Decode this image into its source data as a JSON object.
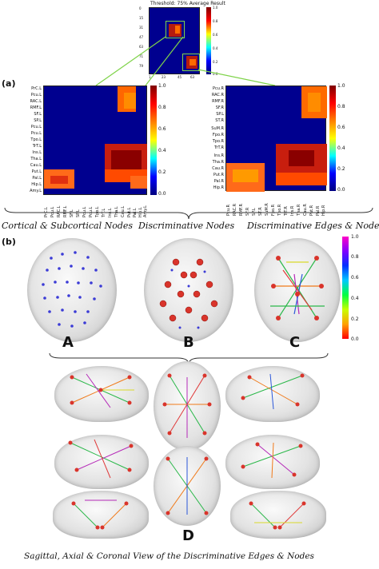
{
  "panel_labels": {
    "a": "(a)",
    "b": "(b)"
  },
  "small_heatmap": {
    "title": "Threshold: 75%   Average Result",
    "ytick_labels": [
      "0",
      "15",
      "31",
      "47",
      "63",
      "71",
      "79"
    ],
    "xtick_labels": [
      "1",
      "23",
      "45",
      "63"
    ],
    "colorbar_ticks": [
      "1.0",
      "0.8",
      "0.6",
      "0.4",
      "0.2",
      "0.0"
    ]
  },
  "left_heatmap": {
    "row_labels": [
      "PrC.L",
      "Pcu.L",
      "RAC.L",
      "RMF.L",
      "SF.L",
      "SP.L",
      "Pcu.L",
      "Pcu.L",
      "Tpo.L",
      "TrT.L",
      "Ins.L",
      "Tha.L",
      "Cau.L",
      "Put.L",
      "Pal.L",
      "Hip.L",
      "Amy.L"
    ],
    "col_labels": [
      "PrC.L",
      "Pcu.L",
      "RAC.L",
      "RMF.L",
      "SF.L",
      "SP.L",
      "Pcu.L",
      "Pcu.L",
      "Tpo.L",
      "TrT.L",
      "Ins.L",
      "Tha.L",
      "Cau.L",
      "Put.L",
      "Pal.L",
      "Hip.L",
      "Amy.L"
    ],
    "colorbar_ticks": [
      "1.0",
      "0.8",
      "0.6",
      "0.4",
      "0.2",
      "0.0"
    ]
  },
  "right_heatmap": {
    "row_labels": [
      "Pcu.R",
      "RAC.R",
      "RMF.R",
      "SF.R",
      "SP.L",
      "ST.R",
      "SuM.R",
      "Fpo.R",
      "Tpo.R",
      "TrT.R",
      "Ins.R",
      "Tha.R",
      "Cau.R",
      "Put.R",
      "Pal.R",
      "Hip.R"
    ],
    "col_labels": [
      "Pcu.R",
      "RAC.R",
      "RMF.R",
      "SF.R",
      "SP.L",
      "ST.R",
      "SuM.R",
      "Fpo.R",
      "Tpo.R",
      "TrT.R",
      "Ins.R",
      "Tha.R",
      "Cau.R",
      "Put.R",
      "Pal.R",
      "Hip.R"
    ],
    "colorbar_ticks": [
      "1.0",
      "0.8",
      "0.6",
      "0.4",
      "0.2",
      "0.0"
    ]
  },
  "captions": {
    "left": "Cortical & Subcortical Nodes",
    "middle": "Discriminative Nodes",
    "right": "Discriminative Edges & Nodes",
    "bottom": "Sagittal, Axial & Coronal View of the Discriminative  Edges & Nodes"
  },
  "brain_view_labels": {
    "a": "A",
    "b": "B",
    "c": "C",
    "d": "D"
  },
  "edge_colorbar_ticks": [
    "1.0",
    "0.8",
    "0.6",
    "0.4",
    "0.2",
    "0.0"
  ]
}
